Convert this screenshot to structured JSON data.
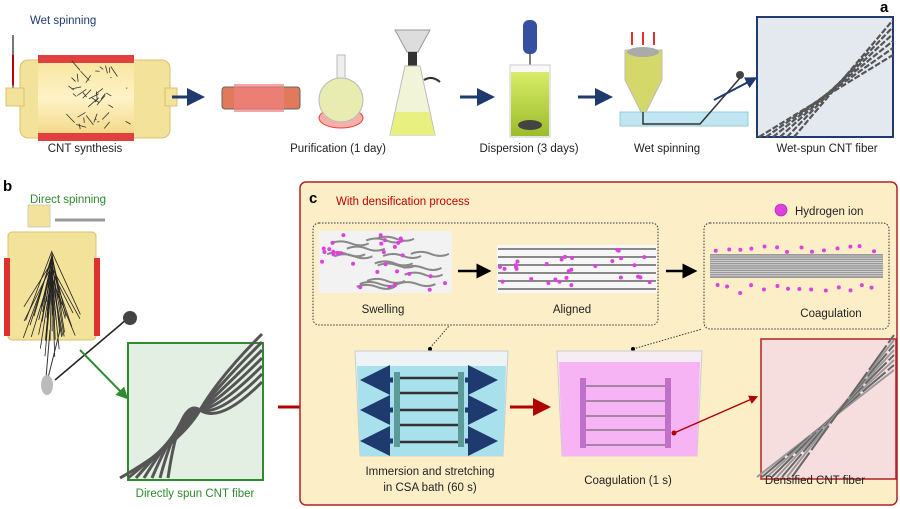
{
  "panel_a": {
    "letter": "a",
    "title": "Wet spinning",
    "steps": [
      "CNT synthesis",
      "Purification (1 day)",
      "Dispersion (3 days)",
      "Wet spinning",
      "Wet-spun CNT fiber"
    ]
  },
  "panel_b": {
    "letter": "b",
    "title": "Direct spinning",
    "fiber_label": "Directly spun CNT fiber"
  },
  "panel_c": {
    "letter": "c",
    "title": "With densification process",
    "legend": "Hydrogen ion",
    "insets": [
      "Swelling",
      "Aligned",
      "Coagulation"
    ],
    "bath1_label_line1": "Immersion and stretching",
    "bath1_label_line2": "in CSA bath (60 s)",
    "bath2_label": "Coagulation (1 s)",
    "fiber_label": "Densified CNT fiber"
  },
  "colors": {
    "wet_accent": "#1f3a6e",
    "direct_accent": "#2e8b2e",
    "densification_accent": "#c00000",
    "panel_c_background": "#fcefc8",
    "hydrogen_ion": "#e040e0",
    "csa_bath": "#a8e0ec",
    "coagulation_bath": "#f6b4f4"
  }
}
